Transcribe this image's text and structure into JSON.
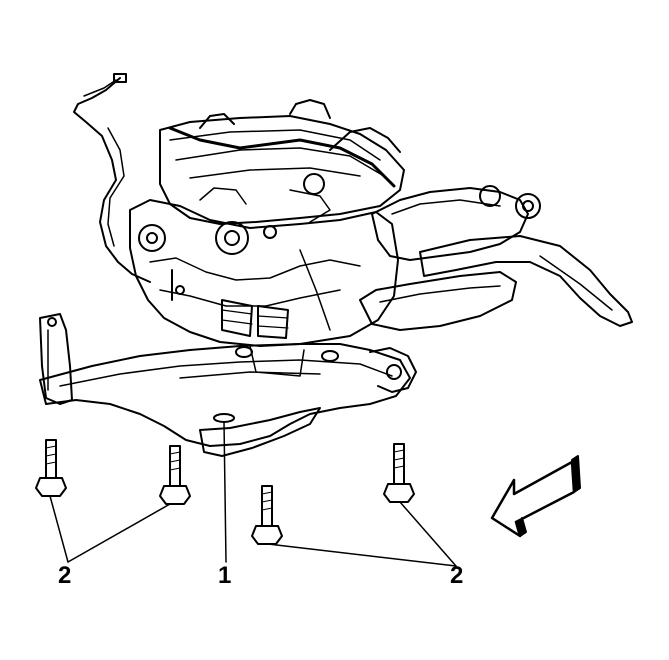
{
  "callouts": {
    "left": "2",
    "center": "1",
    "right": "2"
  },
  "colors": {
    "line": "#000000",
    "background": "#ffffff"
  },
  "icons": {
    "direction_arrow": "front-direction-arrow-icon"
  }
}
